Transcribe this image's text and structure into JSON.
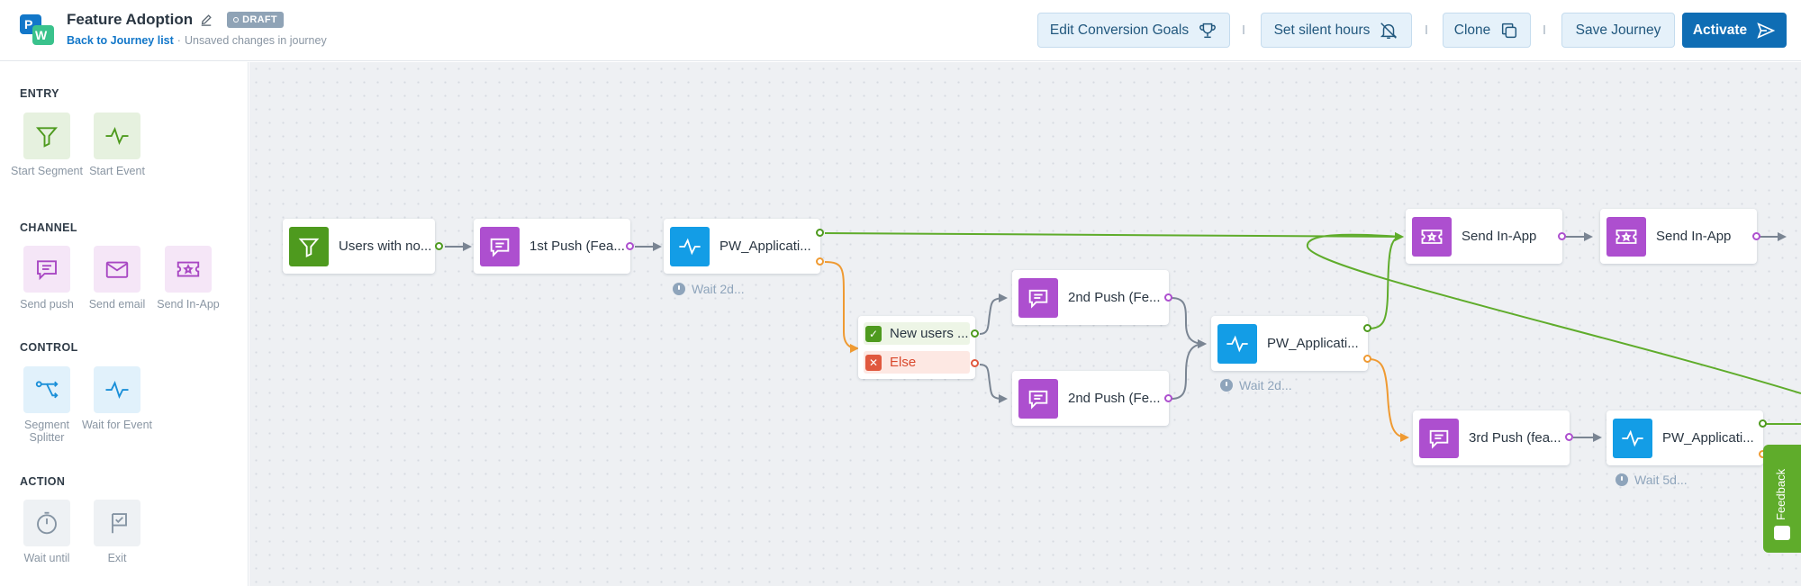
{
  "header": {
    "title": "Feature Adoption",
    "badge": "DRAFT",
    "back_link": "Back to Journey list",
    "separator": "·",
    "status": "Unsaved changes in journey",
    "buttons": {
      "edit_goals": "Edit Conversion Goals",
      "silent_hours": "Set silent hours",
      "clone": "Clone",
      "save": "Save Journey",
      "activate": "Activate"
    }
  },
  "sidebar": {
    "entry": {
      "label": "ENTRY",
      "items": [
        {
          "label": "Start Segment",
          "icon": "filter-icon"
        },
        {
          "label": "Start Event",
          "icon": "pulse-icon"
        }
      ]
    },
    "channel": {
      "label": "CHANNEL",
      "items": [
        {
          "label": "Send push",
          "icon": "chat-icon"
        },
        {
          "label": "Send email",
          "icon": "mail-icon"
        },
        {
          "label": "Send In-App",
          "icon": "ticket-icon"
        }
      ]
    },
    "control": {
      "label": "CONTROL",
      "items": [
        {
          "label": "Segment Splitter",
          "icon": "split-icon"
        },
        {
          "label": "Wait for Event",
          "icon": "pulse-icon"
        }
      ]
    },
    "action": {
      "label": "ACTION",
      "items": [
        {
          "label": "Wait until",
          "icon": "timer-icon"
        },
        {
          "label": "Exit",
          "icon": "exit-flag-icon"
        }
      ]
    }
  },
  "canvas": {
    "nodes": {
      "start": "Users with no...",
      "push1": "1st Push (Fea...",
      "event1": "PW_Applicati...",
      "inapp1": "Send In-App",
      "inapp2": "Send In-App",
      "push2a": "2nd Push (Fe...",
      "push2b": "2nd Push (Fe...",
      "event2": "PW_Applicati...",
      "push3": "3rd Push (fea...",
      "event3": "PW_Applicati..."
    },
    "waits": {
      "event1": "Wait 2d...",
      "event2": "Wait 2d...",
      "event3": "Wait 5d..."
    },
    "splitter": {
      "match": "New users ...",
      "else": "Else"
    }
  },
  "feedback": "Feedback",
  "colors": {
    "primary": "#0f6db4",
    "green": "#4e9a1e",
    "purple": "#ad4fcf",
    "blue": "#139de6",
    "orange": "#ef9a32",
    "red": "#e0583e"
  }
}
